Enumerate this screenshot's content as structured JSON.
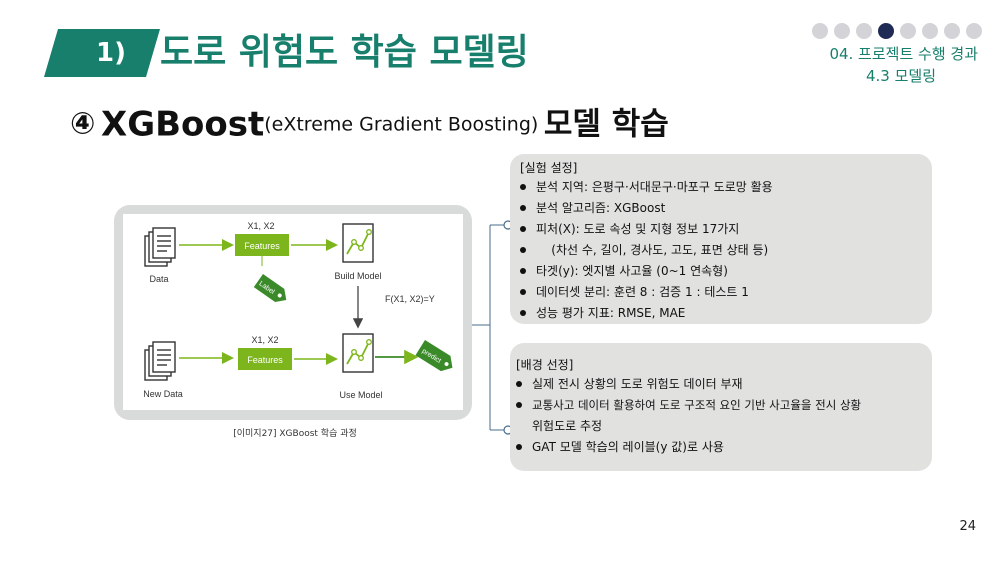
{
  "header": {
    "badge_label": "1)",
    "title": "도로 위험도 학습 모델링",
    "section": "04. 프로젝트 수행 경과",
    "subsection": "4.3 모델링",
    "progress": {
      "total": 8,
      "current": 4
    }
  },
  "heading": {
    "number": "④",
    "model": "XGBoost",
    "full_name": "(eXtreme Gradient Boosting)",
    "suffix": "모델 학습"
  },
  "diagram": {
    "top_input": "Data",
    "top_features_label": "X1, X2",
    "top_features": "Features",
    "label_tag": "Label",
    "build_model": "Build Model",
    "function": "F(X1, X2)=Y",
    "bottom_input": "New Data",
    "bottom_features_label": "X1, X2",
    "bottom_features": "Features",
    "predict_tag": "predict",
    "use_model": "Use Model",
    "colors": {
      "green": "#7db51c",
      "dark": "#333333",
      "tag": "#3b8a2a"
    }
  },
  "caption": "[이미지27]  XGBoost  학습 과정",
  "experiment": {
    "title": "[실험 설정]",
    "items": [
      "분석 지역: 은평구·서대문구·마포구 도로망 활용",
      "분석 알고리즘: XGBoost",
      "피처(X): 도로 속성 및 지형 정보 17가지",
      "    (차선 수, 길이, 경사도, 고도, 표면 상태 등)",
      "타겟(y): 엣지별 사고율 (0~1 연속형)",
      "데이터셋 분리: 훈련 8 : 검증 1 : 테스트 1",
      "성능 평가 지표: RMSE, MAE"
    ]
  },
  "background": {
    "title": "[배경 선정]",
    "items": [
      "실제 전시 상황의 도로 위험도 데이터 부재",
      "교통사고 데이터 활용하여 도로 구조적 요인 기반 사고율을 전시 상황",
      "위험도로 추정",
      "GAT 모델 학습의 레이블(y 값)로 사용"
    ]
  },
  "page_number": "24"
}
